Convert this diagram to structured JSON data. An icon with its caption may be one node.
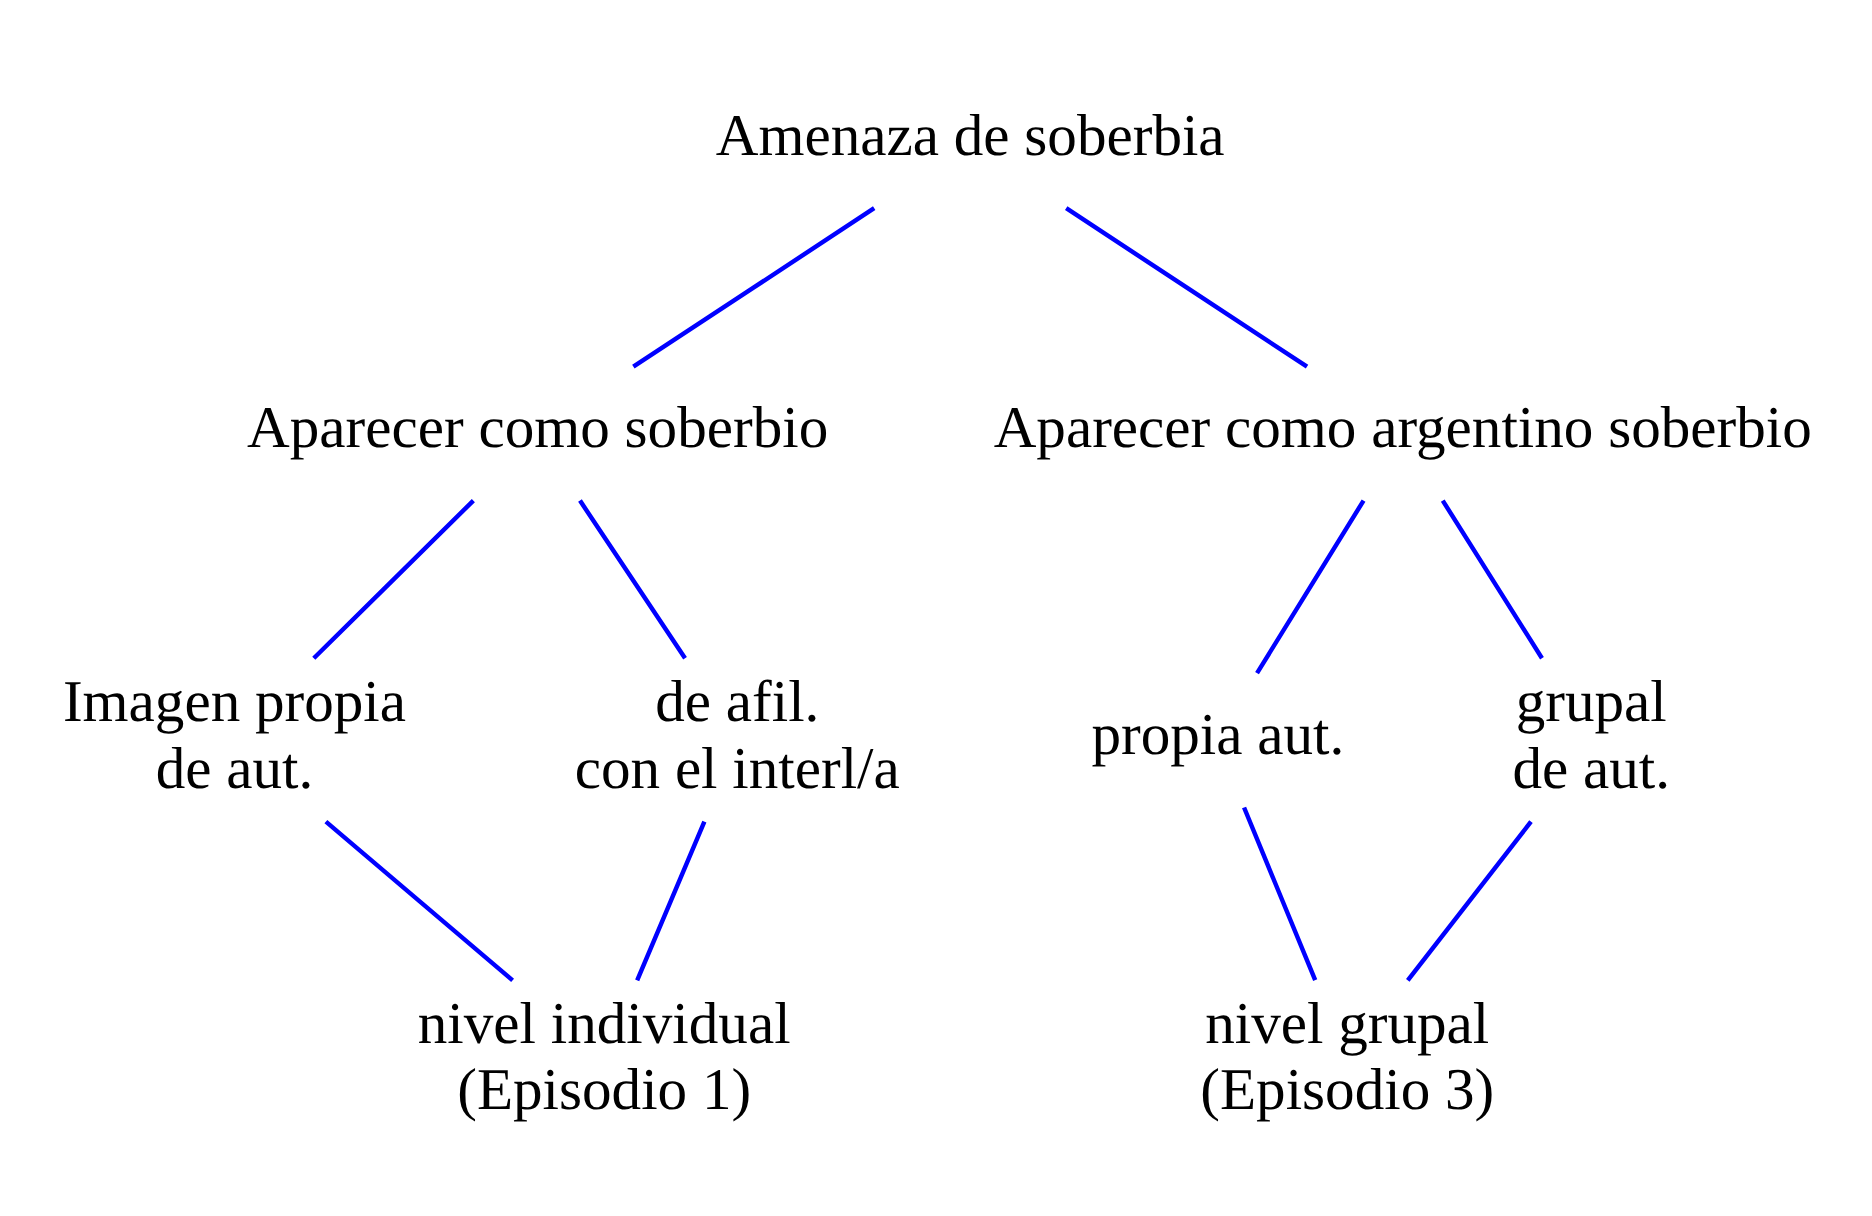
{
  "diagram": {
    "nodes": [
      {
        "text": [
          "Amenaza de soberbia"
        ]
      },
      {
        "text": [
          "Aparecer como soberbio"
        ]
      },
      {
        "text": [
          "Aparecer como argentino soberbio"
        ]
      },
      {
        "text": [
          "Imagen propia",
          "de aut."
        ]
      },
      {
        "text": [
          "de afil.",
          "con el interl/a"
        ]
      },
      {
        "text": [
          "propia aut."
        ]
      },
      {
        "text": [
          "grupal",
          "de aut."
        ]
      },
      {
        "text": [
          "nivel individual",
          "(Episodio 1)"
        ]
      },
      {
        "text": [
          "nivel grupal",
          "(Episodio 3)"
        ]
      }
    ],
    "edges": [
      {
        "from": 0,
        "to": 1,
        "arrow": "none"
      },
      {
        "from": 0,
        "to": 2,
        "arrow": "none"
      },
      {
        "from": 1,
        "to": 3,
        "arrow": "none"
      },
      {
        "from": 1,
        "to": 4,
        "arrow": "none"
      },
      {
        "from": 2,
        "to": 5,
        "arrow": "none"
      },
      {
        "from": 2,
        "to": 6,
        "arrow": "none"
      },
      {
        "from": 3,
        "to": 7,
        "arrow": "none"
      },
      {
        "from": 4,
        "to": 7,
        "arrow": "none"
      },
      {
        "from": 5,
        "to": 8,
        "arrow": "none"
      },
      {
        "from": 6,
        "to": 8,
        "arrow": "none"
      }
    ]
  }
}
